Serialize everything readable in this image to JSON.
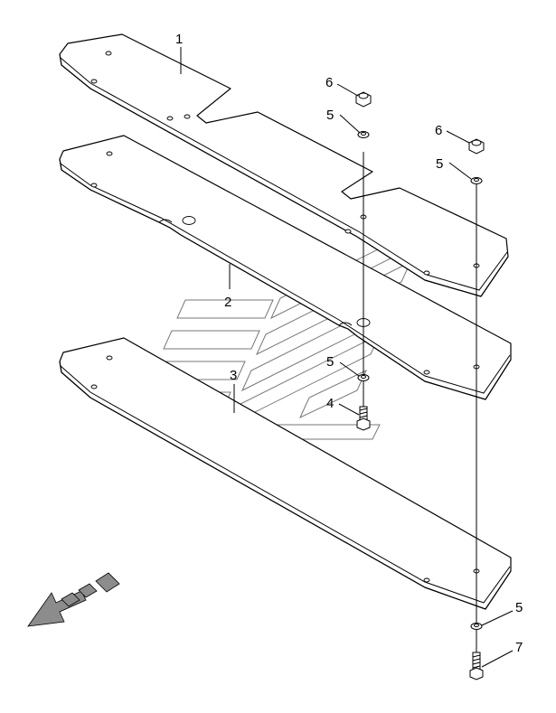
{
  "diagram": {
    "parts": [
      {
        "id": "plate-1",
        "callout": "1"
      },
      {
        "id": "plate-2",
        "callout": "2"
      },
      {
        "id": "plate-3",
        "callout": "3"
      },
      {
        "id": "bolt-short",
        "callout": "4"
      },
      {
        "id": "washer-a",
        "callout": "5"
      },
      {
        "id": "washer-b",
        "callout": "5"
      },
      {
        "id": "washer-c",
        "callout": "5"
      },
      {
        "id": "washer-d",
        "callout": "5"
      },
      {
        "id": "nut-a",
        "callout": "6"
      },
      {
        "id": "nut-b",
        "callout": "6"
      },
      {
        "id": "bolt-long",
        "callout": "7"
      }
    ],
    "icons": {
      "direction": "direction-arrow-icon",
      "watermark": "brand-watermark-icon"
    },
    "colors": {
      "line": "#000000",
      "arrow_fill": "#8c8c8c",
      "watermark": "#777777"
    }
  }
}
